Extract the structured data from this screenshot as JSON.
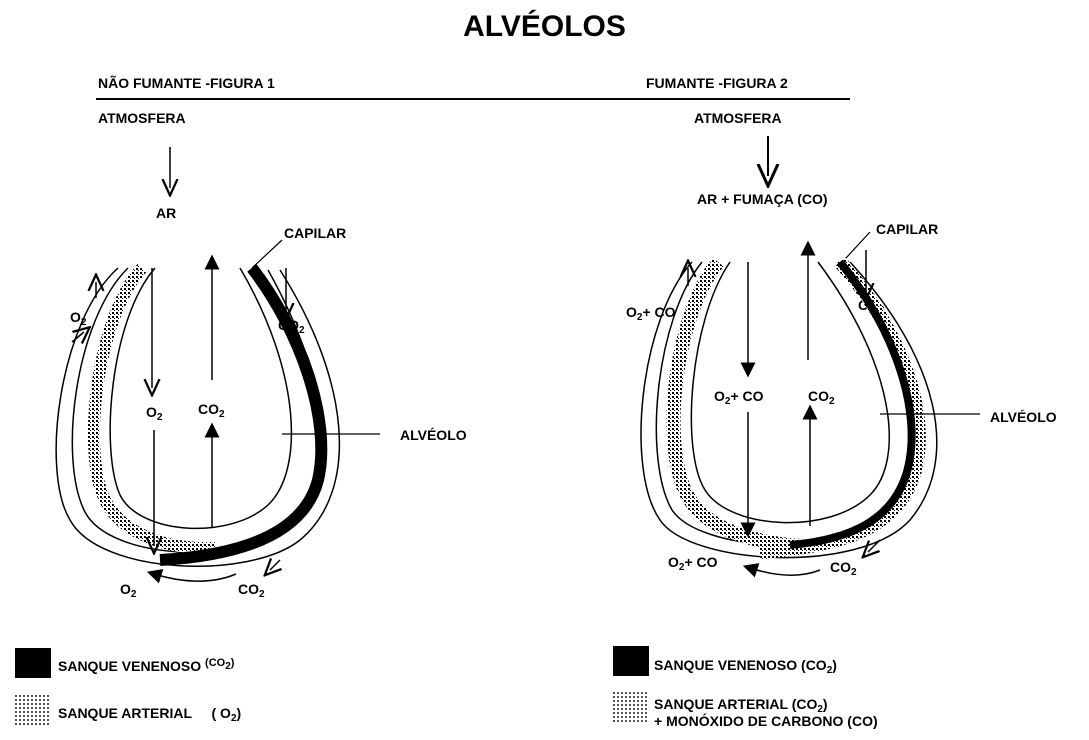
{
  "title": "ALVÉOLOS",
  "figure1": {
    "header": "NÃO FUMANTE -FIGURA 1",
    "atmosphere": "ATMOSFERA",
    "air": "AR",
    "capillary": "CAPILAR",
    "alveolus": "ALVÉOLO",
    "co2_top": "CO",
    "o2_left": "O",
    "o2_inside": "O",
    "co2_inside": "CO",
    "o2_bottom": "O",
    "co2_bottom": "CO",
    "legend_venous": "SANQUE VENENOSO",
    "legend_venous_gas": "(CO",
    "legend_venous_close": ")",
    "legend_arterial": "SANQUE ARTERIAL",
    "legend_arterial_gas": "( O",
    "legend_arterial_close": ")"
  },
  "figure2": {
    "header": "FUMANTE -FIGURA 2",
    "atmosphere": "ATMOSFERA",
    "air": "AR + FUMAÇA (CO)",
    "capillary": "CAPILAR",
    "alveolus": "ALVÉOLO",
    "co2_top": "CO",
    "left_out": "O",
    "left_out_rest": "+ CO",
    "inside_o2co": "O",
    "inside_o2co_rest": "+ CO",
    "co2_inside": "CO",
    "bottom_left": "O",
    "bottom_left_rest": "+ CO",
    "co2_bottom": "CO",
    "legend_venous": "SANQUE VENENOSO",
    "legend_venous_gas": "(CO",
    "legend_venous_close": ")",
    "legend_arterial": "SANQUE ARTERIAL",
    "legend_arterial_gas": "(CO",
    "legend_arterial_close": ")",
    "legend_arterial_line2": "+ MONÓXIDO DE CARBONO",
    "legend_arterial_line2_gas": "(CO)"
  },
  "sub2": "2",
  "colors": {
    "ink": "#000000",
    "background": "#ffffff"
  }
}
